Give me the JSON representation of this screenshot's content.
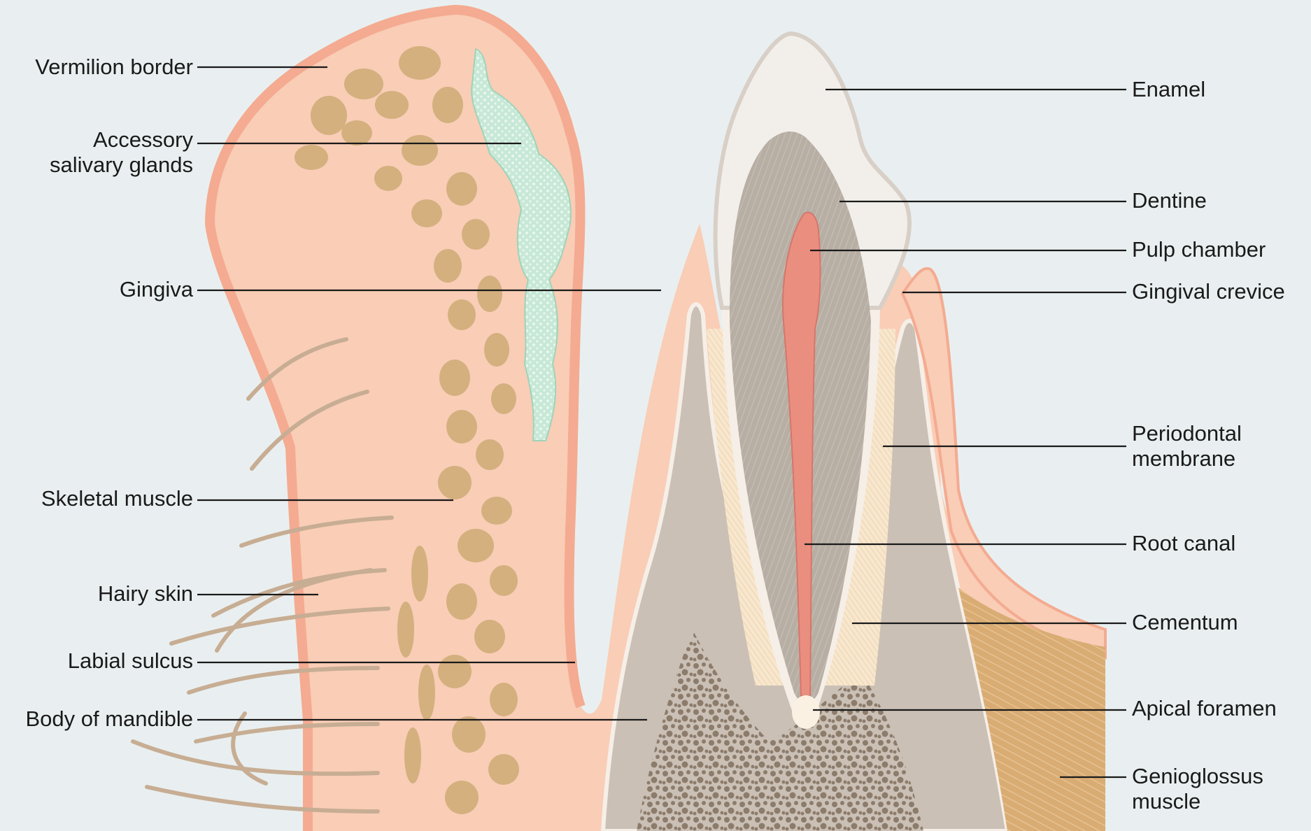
{
  "colors": {
    "background": "#e9eff0",
    "skin": "#f9cdb6",
    "skin_edge": "#f4ab91",
    "muscle": "#d3b07e",
    "gland": "#c7e8d6",
    "enamel": "#f2efeb",
    "dentine": "#b7aea4",
    "pulp": "#ea8f80",
    "bone": "#cbc0b5",
    "spongy_bone": "#8c7c6c",
    "genioglossus": "#d9ac74",
    "leader_line": "#1a1a1a"
  },
  "labels_left": [
    {
      "id": "vermilion-border",
      "lines": [
        "Vermilion border"
      ]
    },
    {
      "id": "accessory-salivary-glands",
      "lines": [
        "Accessory",
        "salivary glands"
      ]
    },
    {
      "id": "gingiva",
      "lines": [
        "Gingiva"
      ]
    },
    {
      "id": "skeletal-muscle",
      "lines": [
        "Skeletal muscle"
      ]
    },
    {
      "id": "hairy-skin",
      "lines": [
        "Hairy skin"
      ]
    },
    {
      "id": "labial-sulcus",
      "lines": [
        "Labial sulcus"
      ]
    },
    {
      "id": "body-of-mandible",
      "lines": [
        "Body of mandible"
      ]
    }
  ],
  "labels_right": [
    {
      "id": "enamel",
      "lines": [
        "Enamel"
      ]
    },
    {
      "id": "dentine",
      "lines": [
        "Dentine"
      ]
    },
    {
      "id": "pulp-chamber",
      "lines": [
        "Pulp chamber"
      ]
    },
    {
      "id": "gingival-crevice",
      "lines": [
        "Gingival crevice"
      ]
    },
    {
      "id": "periodontal-membrane",
      "lines": [
        "Periodontal",
        "membrane"
      ]
    },
    {
      "id": "root-canal",
      "lines": [
        "Root canal"
      ]
    },
    {
      "id": "cementum",
      "lines": [
        "Cementum"
      ]
    },
    {
      "id": "apical-foramen",
      "lines": [
        "Apical foramen"
      ]
    },
    {
      "id": "genioglossus-muscle",
      "lines": [
        "Genioglossus",
        "muscle"
      ]
    }
  ]
}
